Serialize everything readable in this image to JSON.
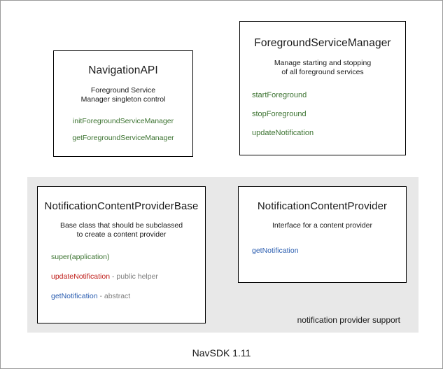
{
  "diagram": {
    "footer_version": "NavSDK 1.11",
    "group_panel": {
      "label": "notification provider support"
    },
    "boxes": [
      {
        "id": "navigation-api",
        "title": "NavigationAPI",
        "description_line1": "Foreground Service",
        "description_line2": "Manager singleton control",
        "members": [
          {
            "symbol": "initForegroundServiceManager",
            "note": "",
            "color": "#3c7331"
          },
          {
            "symbol": "getForegroundServiceManager",
            "note": "",
            "color": "#3c7331"
          }
        ]
      },
      {
        "id": "foreground-service-manager",
        "title": "ForegroundServiceManager",
        "description_line1": "Manage starting and stopping",
        "description_line2": "of all foreground services",
        "members": [
          {
            "symbol": "startForeground",
            "note": "",
            "color": "#3c7331"
          },
          {
            "symbol": "stopForeground",
            "note": "",
            "color": "#3c7331"
          },
          {
            "symbol": "updateNotification",
            "note": "",
            "color": "#3c7331"
          }
        ]
      },
      {
        "id": "notification-content-provider-base",
        "title": "NotificationContentProviderBase",
        "description_line1": "Base class that should be subclassed",
        "description_line2": "to create a content provider",
        "members": [
          {
            "symbol": "super(application)",
            "note": "",
            "color": "#3c7331"
          },
          {
            "symbol": "updateNotification",
            "note": " - public helper",
            "color": "#c0201c"
          },
          {
            "symbol": "getNotification",
            "note": " - abstract",
            "color": "#2a5db0"
          }
        ]
      },
      {
        "id": "notification-content-provider",
        "title": "NotificationContentProvider",
        "description_line1": "Interface for a content provider",
        "description_line2": "",
        "members": [
          {
            "symbol": "getNotification",
            "note": "",
            "color": "#2a5db0"
          }
        ]
      }
    ],
    "colors": {
      "method_green": "#3c7331",
      "method_red": "#c0201c",
      "method_blue": "#2a5db0",
      "note_gray": "#7d7d7d",
      "panel_gray": "#e8e8e8",
      "border_black": "#000000",
      "text_black": "#1a1a1a"
    }
  }
}
